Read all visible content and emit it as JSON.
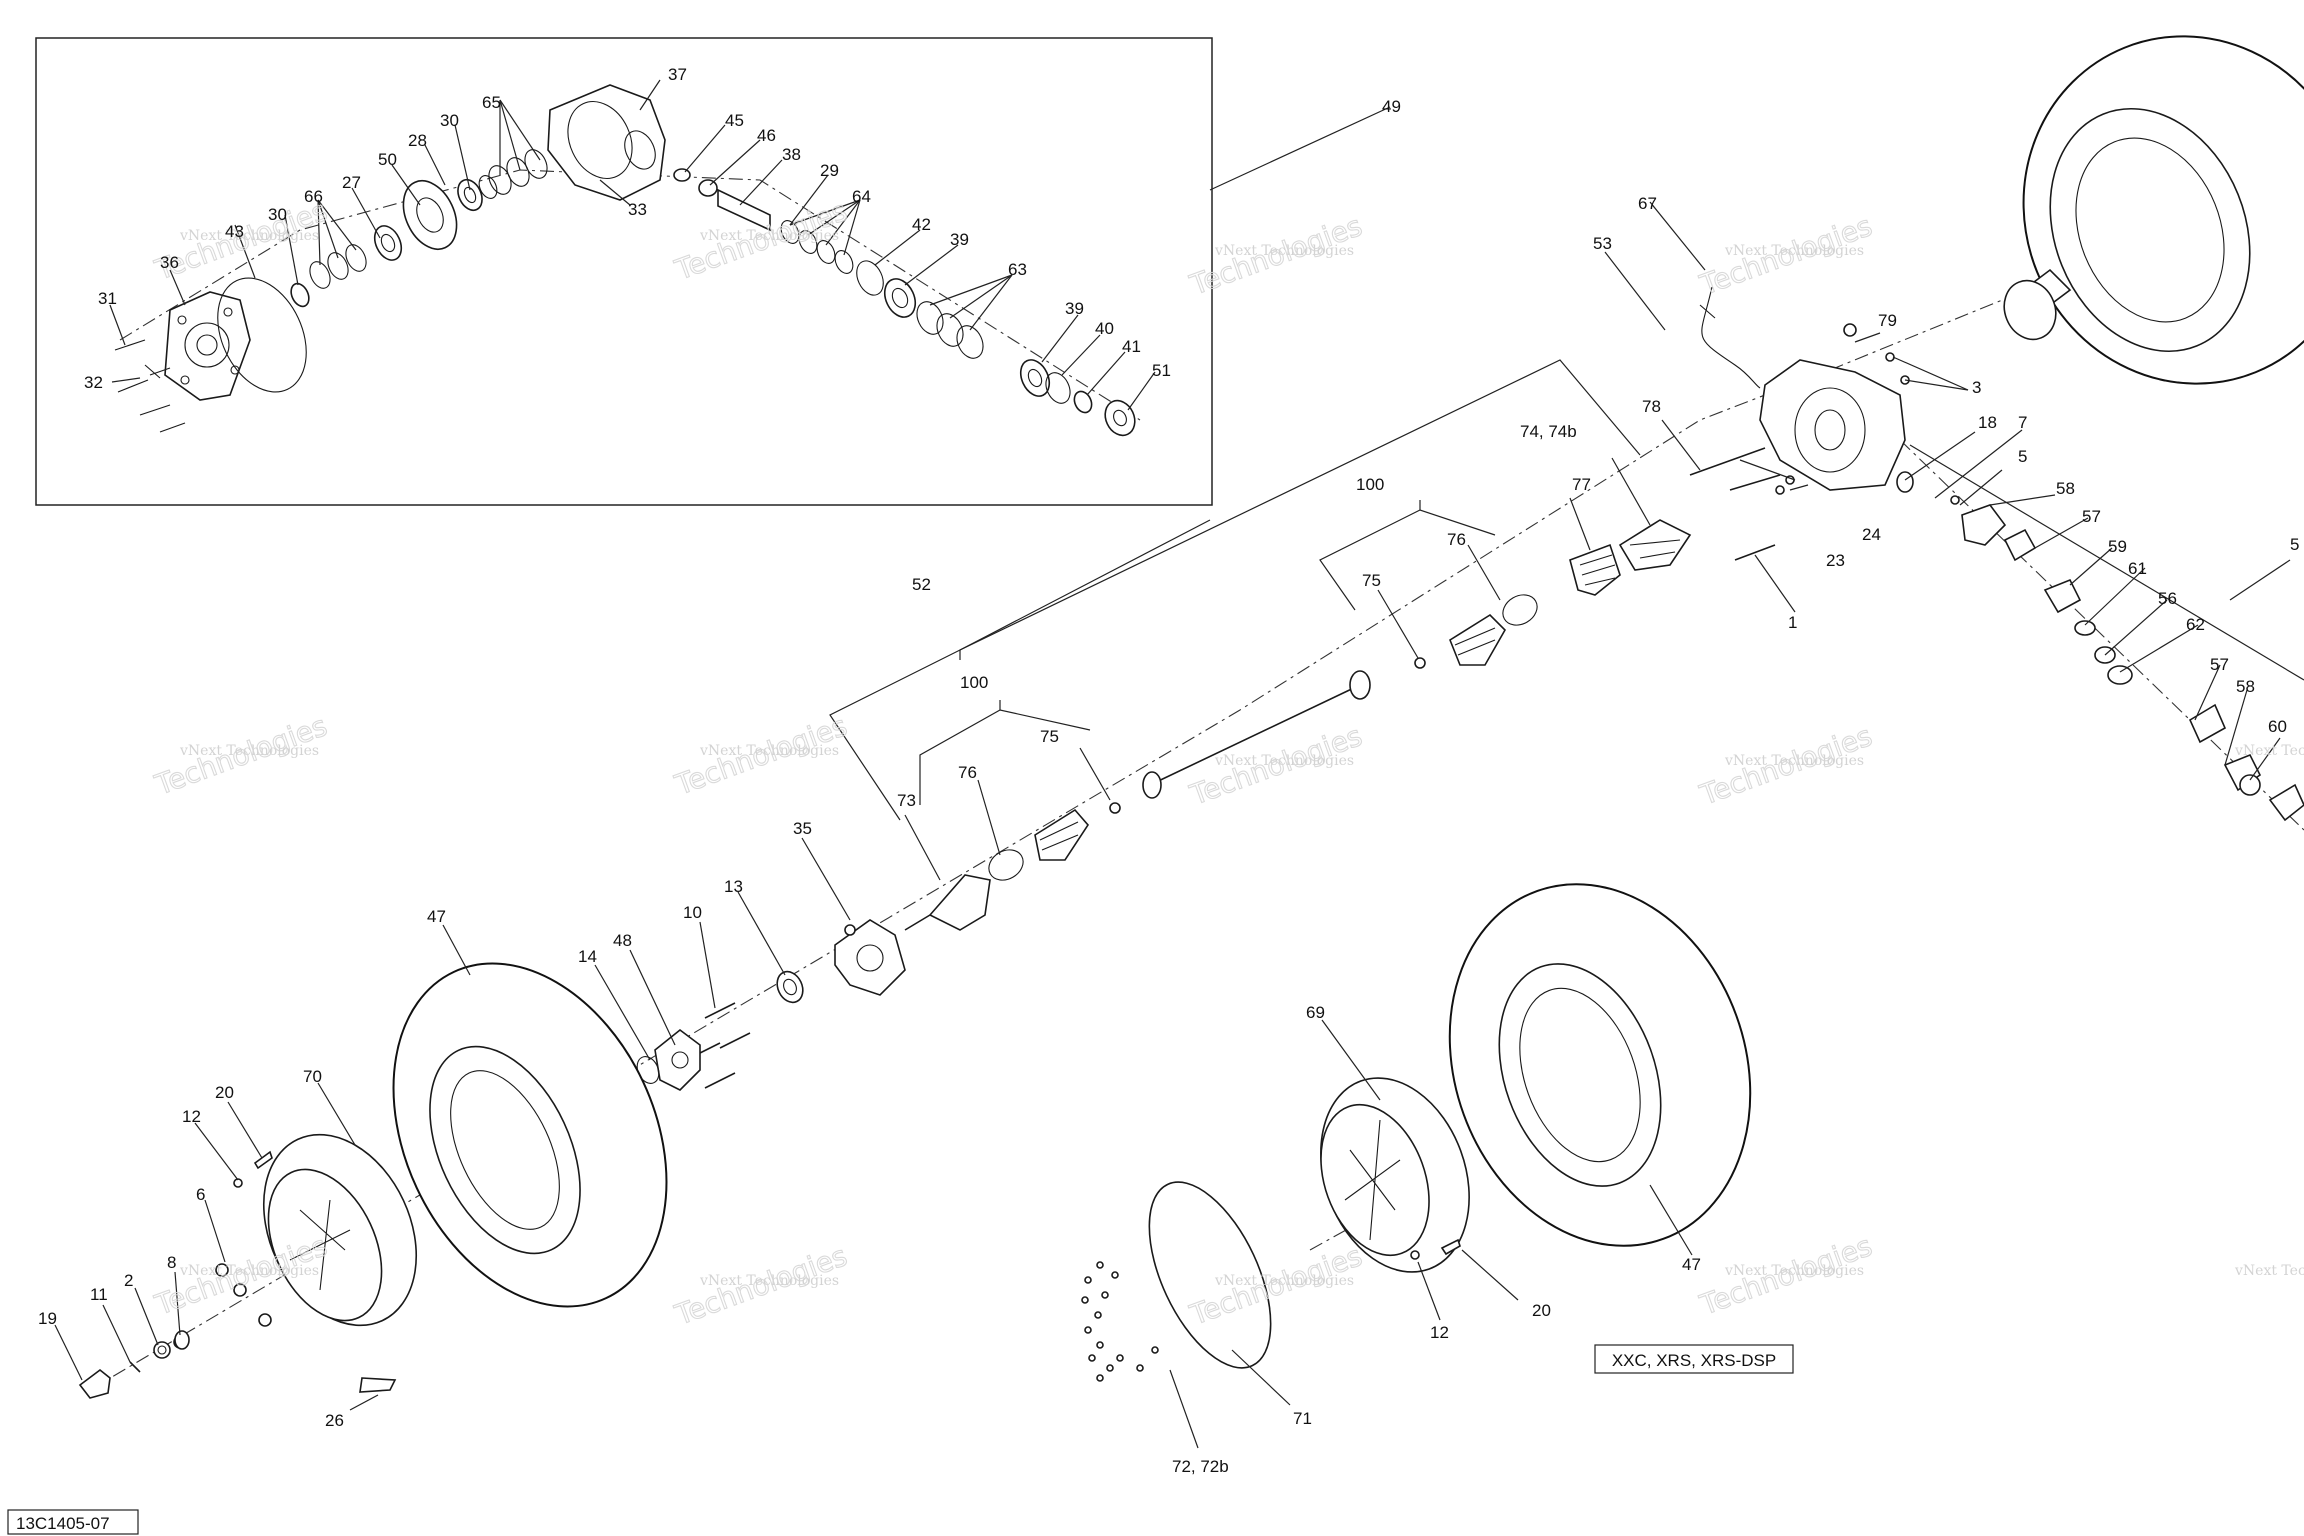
{
  "diagram": {
    "drawing_number": "13C1405-07",
    "variant_note": "XXC, XRS, XRS-DSP",
    "watermark_small": "vNext Technologies",
    "watermark_large": "Technologies",
    "callouts": [
      "37",
      "65",
      "45",
      "46",
      "38",
      "30",
      "28",
      "50",
      "27",
      "66",
      "43",
      "30",
      "29",
      "64",
      "42",
      "39",
      "63",
      "36",
      "31",
      "32",
      "33",
      "39",
      "40",
      "41",
      "51",
      "49",
      "67",
      "53",
      "79",
      "3",
      "78",
      "74, 74b",
      "7",
      "18",
      "5",
      "100",
      "77",
      "76",
      "75",
      "24",
      "23",
      "58",
      "57",
      "1",
      "59",
      "61",
      "56",
      "62",
      "52",
      "100",
      "76",
      "75",
      "73",
      "35",
      "13",
      "10",
      "48",
      "14",
      "47",
      "20",
      "12",
      "70",
      "6",
      "8",
      "2",
      "11",
      "19",
      "26",
      "69",
      "47",
      "20",
      "12",
      "71",
      "72, 72b",
      "57",
      "58",
      "60",
      "5"
    ]
  }
}
